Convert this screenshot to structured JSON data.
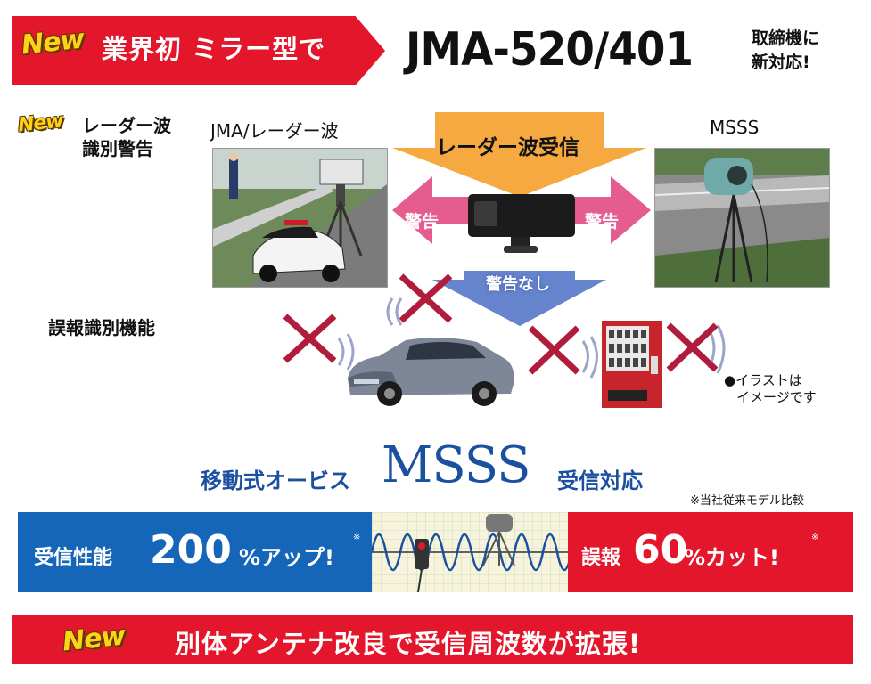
{
  "banner": {
    "new_badge": "New",
    "headline": "業界初 ミラー型で",
    "model": "JMA-520/401",
    "model_note_line1": "取締機に",
    "model_note_line2": "新対応!"
  },
  "radar_section": {
    "new_badge": "New",
    "title_line1": "レーダー波",
    "title_line2": "識別警告",
    "left_label": "JMA/レーダー波",
    "right_label": "MSSS",
    "center_label": "レーダー波受信",
    "warn_left": "警告",
    "warn_right": "警告",
    "no_warn": "警告なし"
  },
  "false_alarm": {
    "title": "誤報識別機能",
    "illustration_note_line1": "●イラストは",
    "illustration_note_line2": "イメージです"
  },
  "msss": {
    "prefix": "移動式オービス",
    "big": "MSSS",
    "suffix": "受信対応",
    "compare_note": "※当社従来モデル比較"
  },
  "performance": {
    "left_label": "受信性能",
    "left_value": "200",
    "left_unit": "%アップ!",
    "right_label": "誤報",
    "right_value": "60",
    "right_unit": "%カット!",
    "note_mark": "※"
  },
  "footer": {
    "new_badge": "New",
    "text": "別体アンテナ改良で受信周波数が拡張!"
  },
  "colors": {
    "accent_red": "#e3162b",
    "accent_blue": "#1565b8",
    "arrow_orange": "#f39a1e",
    "arrow_pink": "#e0417a",
    "cross_red": "#b01c3c"
  }
}
